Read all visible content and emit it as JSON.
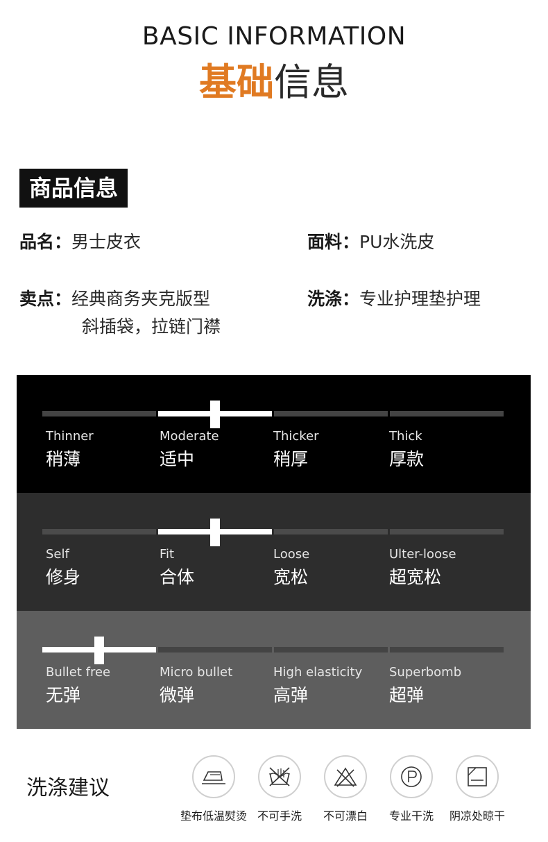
{
  "header": {
    "title_en": "BASIC INFORMATION",
    "title_cn_accent": "基础",
    "title_cn_rest": "信息"
  },
  "product": {
    "section_label": "商品信息",
    "name_key": "品名：",
    "name_value": "男士皮衣",
    "fabric_key": "面料：",
    "fabric_value": "PU水洗皮",
    "selling_key": "卖点：",
    "selling_line1": "经典商务夹克版型",
    "selling_line2": "斜插袋，拉链门襟",
    "wash_key": "洗涤：",
    "wash_value": "专业护理垫护理"
  },
  "scales": [
    {
      "selected_index": 1,
      "options": [
        {
          "en": "Thinner",
          "cn": "稍薄"
        },
        {
          "en": "Moderate",
          "cn": "适中"
        },
        {
          "en": "Thicker",
          "cn": "稍厚"
        },
        {
          "en": "Thick",
          "cn": "厚款"
        }
      ]
    },
    {
      "selected_index": 1,
      "options": [
        {
          "en": "Self",
          "cn": "修身"
        },
        {
          "en": "Fit",
          "cn": "合体"
        },
        {
          "en": "Loose",
          "cn": "宽松"
        },
        {
          "en": "Ulter-loose",
          "cn": "超宽松"
        }
      ]
    },
    {
      "selected_index": 0,
      "options": [
        {
          "en": "Bullet free",
          "cn": "无弹"
        },
        {
          "en": "Micro bullet",
          "cn": "微弹"
        },
        {
          "en": "High elasticity",
          "cn": "高弹"
        },
        {
          "en": "Superbomb",
          "cn": "超弹"
        }
      ]
    }
  ],
  "care": {
    "title": "洗涤建议",
    "items": [
      {
        "icon": "iron-with-cloth-icon",
        "label": "垫布低温熨烫"
      },
      {
        "icon": "no-hand-wash-icon",
        "label": "不可手洗"
      },
      {
        "icon": "no-bleach-icon",
        "label": "不可漂白"
      },
      {
        "icon": "dry-clean-p-icon",
        "label": "专业干洗"
      },
      {
        "icon": "dry-in-shade-icon",
        "label": "阴凉处晾干"
      }
    ]
  }
}
